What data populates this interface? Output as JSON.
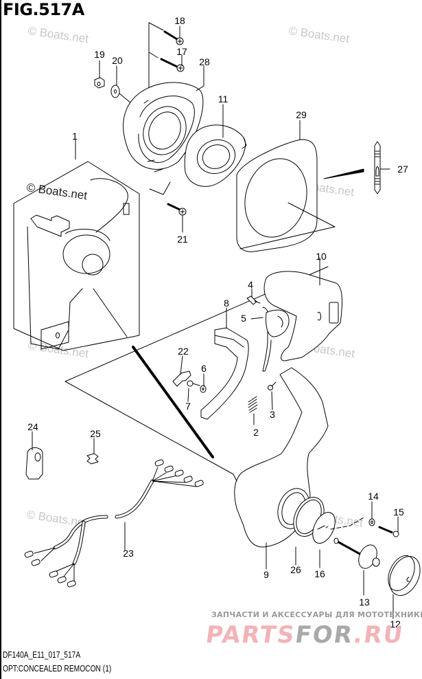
{
  "figure": {
    "title": "FIG.517A",
    "code": "DF140A_E11_017_517A",
    "description": "OPT:CONCEALED REMOCON (1)"
  },
  "callouts": {
    "c1": "1",
    "c2": "2",
    "c3": "3",
    "c4": "4",
    "c5": "5",
    "c6": "6",
    "c7": "7",
    "c8": "8",
    "c9": "9",
    "c10": "10",
    "c11": "11",
    "c12": "12",
    "c13": "13",
    "c14": "14",
    "c15": "15",
    "c16": "16",
    "c17": "17",
    "c18": "18",
    "c19": "19",
    "c20": "20",
    "c21": "21",
    "c22": "22",
    "c23": "23",
    "c24": "24",
    "c25": "25",
    "c26": "26",
    "c27": "27",
    "c28": "28",
    "c29": "29"
  },
  "watermarks": {
    "boats": "© Boats.net",
    "promo_tagline": "ЗАПЧАСТИ И АКСЕССУАРЫ ДЛЯ МОТОТЕХНИКИ",
    "promo_logo_part1": "PARTS",
    "promo_logo_part2": "FOR",
    "promo_logo_part3": ".RU"
  },
  "colors": {
    "line": "#000000",
    "watermark_gray": "#c8c8c8",
    "promo_pink": "#f3b3b8",
    "promo_gray": "#a9a9a9"
  }
}
